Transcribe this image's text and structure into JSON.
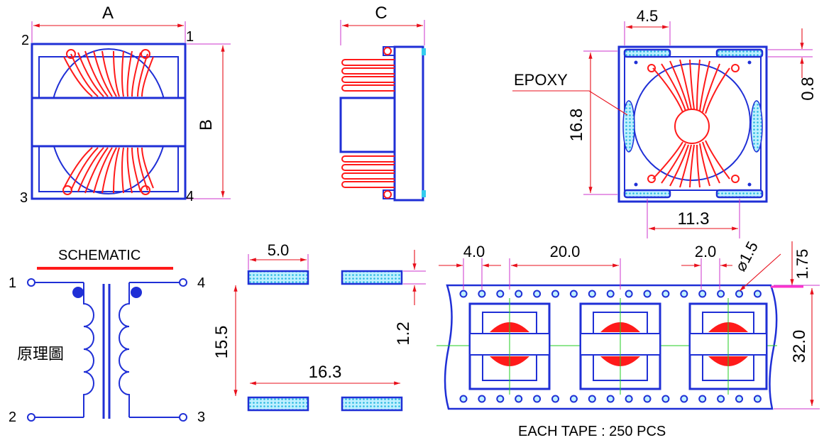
{
  "views": {
    "front": {
      "dim_a": "A",
      "dim_b": "B",
      "pin_tl": "2",
      "pin_tr": "1",
      "pin_bl": "3",
      "pin_br": "4"
    },
    "side": {
      "dim_c": "C"
    },
    "top": {
      "dim_width": "4.5",
      "dim_height": "16.8",
      "dim_gap": "0.8",
      "dim_span": "11.3",
      "epoxy_label": "EPOXY"
    }
  },
  "schematic": {
    "title": "SCHEMATIC",
    "caption": "原理圖",
    "pin_1": "1",
    "pin_2": "2",
    "pin_3": "3",
    "pin_4": "4"
  },
  "footprint": {
    "pad_width": "5.0",
    "pad_gap": "1.2",
    "pad_pitch": "15.5",
    "pad_span": "16.3"
  },
  "tape": {
    "pitch_sprocket": "4.0",
    "pitch_pocket": "20.0",
    "dim_small": "2.0",
    "hole_dia": "⌀1.5",
    "edge": "1.75",
    "width": "32.0",
    "caption": "EACH TAPE : 250 PCS"
  },
  "colors": {
    "body": "#1f2fd6",
    "wire": "#ff1a1a",
    "dimension": "#e8101c",
    "extension": "#cc33cc",
    "epoxy": "#33ccee",
    "center": "#22cc22"
  }
}
